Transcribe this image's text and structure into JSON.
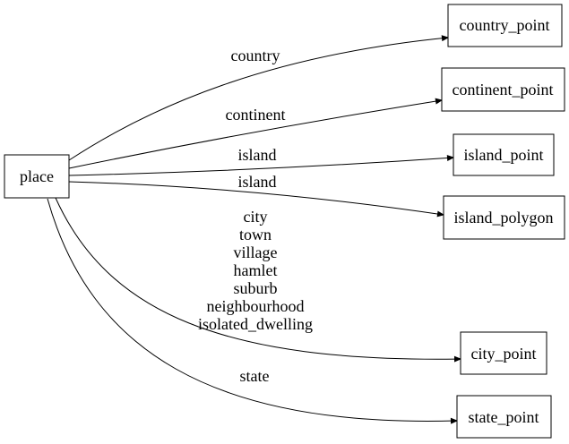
{
  "colors": {
    "background": "#ffffff",
    "node_fill": "#ffffff",
    "stroke": "#000000",
    "text": "#000000"
  },
  "nodes": {
    "place": {
      "label": "place"
    },
    "country_point": {
      "label": "country_point"
    },
    "continent_point": {
      "label": "continent_point"
    },
    "island_point": {
      "label": "island_point"
    },
    "island_polygon": {
      "label": "island_polygon"
    },
    "city_point": {
      "label": "city_point"
    },
    "state_point": {
      "label": "state_point"
    }
  },
  "edges": [
    {
      "from": "place",
      "to": "country_point",
      "label": "country"
    },
    {
      "from": "place",
      "to": "continent_point",
      "label": "continent"
    },
    {
      "from": "place",
      "to": "island_point",
      "label": "island"
    },
    {
      "from": "place",
      "to": "island_polygon",
      "label": "island"
    },
    {
      "from": "place",
      "to": "city_point",
      "label_lines": [
        "city",
        "town",
        "village",
        "hamlet",
        "suburb",
        "neighbourhood",
        "isolated_dwelling"
      ]
    },
    {
      "from": "place",
      "to": "state_point",
      "label": "state"
    }
  ]
}
